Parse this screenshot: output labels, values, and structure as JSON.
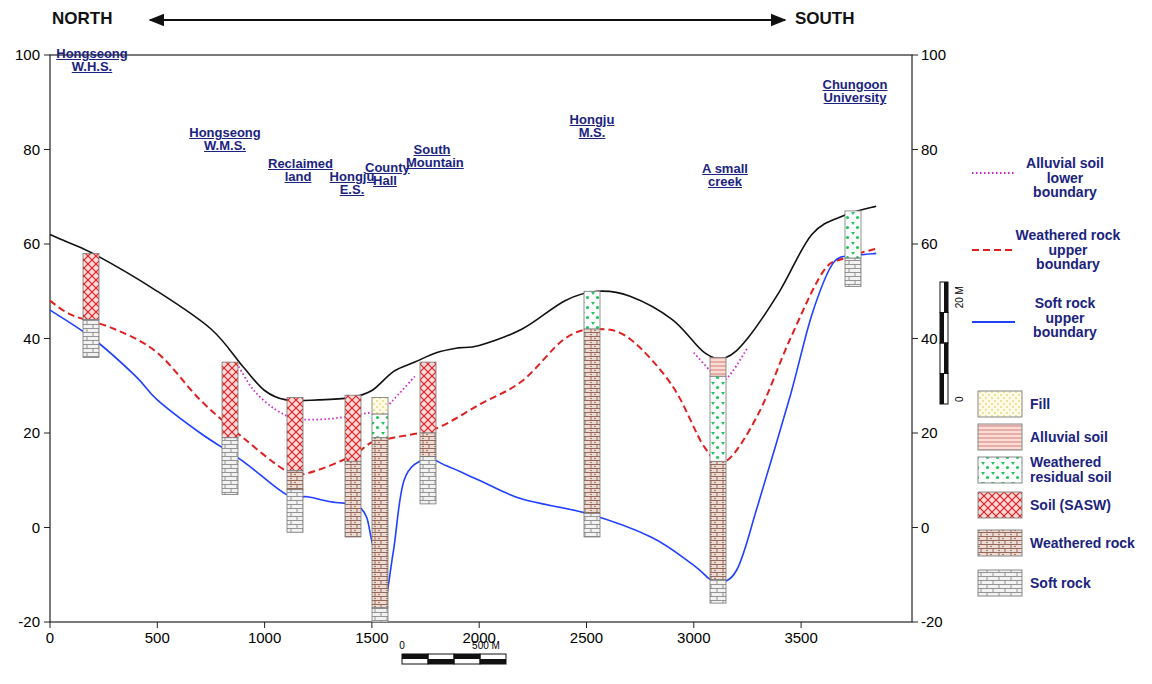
{
  "diagram": {
    "labels": [
      "NORTH",
      "SOUTH",
      "100",
      "80",
      "60",
      "40",
      "20",
      "0",
      "-20",
      "100",
      "80",
      "60",
      "40",
      "20",
      "0",
      "-20",
      "0",
      "500",
      "1000",
      "1500",
      "2000",
      "2500",
      "3000",
      "3500",
      "Hongseong W.H.S.",
      "Hongseong W.M.S.",
      "Reclaimed land",
      "Hongju E.S.",
      "County Hall",
      "South Mountain",
      "Hongju M.S.",
      "A small creek",
      "Chungoon University",
      "0",
      "500 M",
      "20 M",
      "0"
    ],
    "legend": [
      {
        "text": "Alluvial soil lower boundary"
      },
      {
        "text": "Weathered rock upper boundary"
      },
      {
        "text": "Soft rock upper boundary"
      },
      {
        "text": "Fill"
      },
      {
        "text": "Alluvial soil"
      },
      {
        "text": "Weathered residual soil"
      },
      {
        "text": "Soil (SASW)"
      },
      {
        "text": "Weathered rock"
      },
      {
        "text": "Soft rock"
      }
    ]
  }
}
